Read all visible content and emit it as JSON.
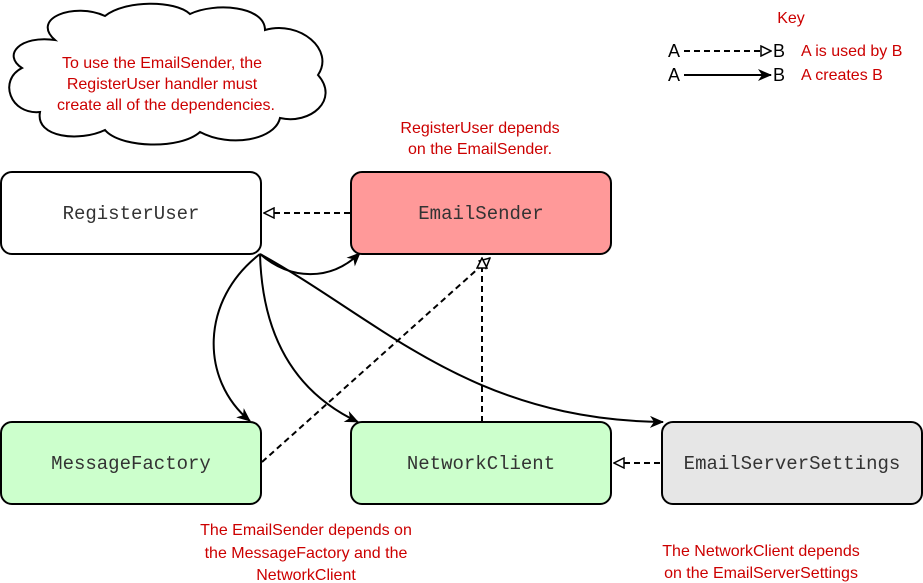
{
  "colors": {
    "note_text": "#cc0000",
    "register_user_fill": "#ffffff",
    "email_sender_fill": "#ff9999",
    "message_factory_fill": "#ccffcc",
    "network_client_fill": "#ccffcc",
    "email_server_settings_fill": "#e6e6e6",
    "stroke": "#000000"
  },
  "nodes": {
    "register_user": "RegisterUser",
    "email_sender": "EmailSender",
    "message_factory": "MessageFactory",
    "network_client": "NetworkClient",
    "email_server_settings": "EmailServerSettings"
  },
  "cloud_note": [
    "To use the EmailSender, the",
    "RegisterUser handler must",
    "create all of the dependencies."
  ],
  "notes": {
    "register_depends": [
      "RegisterUser depends",
      "on the EmailSender."
    ],
    "sender_depends": [
      "The EmailSender depends on",
      "the MessageFactory and the",
      "NetworkClient"
    ],
    "client_depends": [
      "The NetworkClient depends",
      "on the EmailServerSettings"
    ]
  },
  "key": {
    "title": "Key",
    "rows": [
      {
        "from": "A",
        "to": "B",
        "style": "dashed",
        "label": "A is used by B"
      },
      {
        "from": "A",
        "to": "B",
        "style": "solid",
        "label": "A creates B"
      }
    ]
  }
}
